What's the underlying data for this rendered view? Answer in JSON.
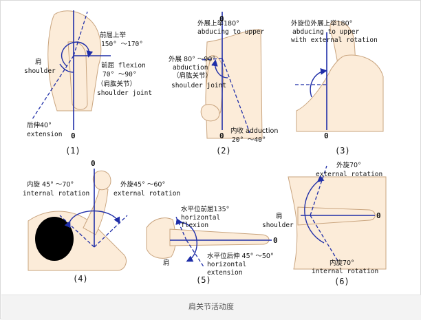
{
  "colors": {
    "axis": "#1f2ea8",
    "skin": "#fcecd9",
    "hair": "#000000",
    "caption_bg": "#f3f3f3"
  },
  "caption": "肩关节活动度",
  "p1": {
    "number": "(1)",
    "zero": "0",
    "shoulder_cn": "肩",
    "shoulder_en": "shoulder",
    "forward_cn": "前屈上举",
    "forward_range": "150° ～170°",
    "flexion_line": "前屈 flexion",
    "flexion_range": "70° ～90°",
    "joint_cn": "（肩肱关节）",
    "joint_en": "shoulder joint",
    "ext_cn": "后伸40°",
    "ext_en": "extension"
  },
  "p2": {
    "number": "(2)",
    "zero_top": "0",
    "zero_bottom": "0",
    "abd_up_cn": "外展上举180°",
    "abd_up_en": "abducing to upper",
    "abd_cn": "外展 80° ～90°",
    "abd_en": "abduction",
    "joint_cn": "（肩肱关节）",
    "joint_en": "shoulder joint",
    "add_label": "内收 adduction",
    "add_range": "20° ～40°"
  },
  "p3": {
    "number": "(3)",
    "zero": "0",
    "title_cn": "外旋位外展上举180°",
    "en1": "abducing to upper",
    "en2": "with external rotation"
  },
  "p4": {
    "number": "(4)",
    "zero": "0",
    "int_cn": "内旋 45° ～70°",
    "int_en": "internal rotation",
    "ext_cn": "外旋45° ～60°",
    "ext_en": "external rotation"
  },
  "p5": {
    "number": "(5)",
    "zero": "0",
    "flex_cn": "水平位前屈135°",
    "flex_en1": "horizontal",
    "flex_en2": "flexion",
    "shoulder_cn": "肩",
    "ext_cn": "水平位后伸 45° ～50°",
    "ext_en1": "horizontal",
    "ext_en2": "extension"
  },
  "p6": {
    "number": "(6)",
    "zero": "0",
    "ext_cn": "外旋70°",
    "ext_en": "external rotation",
    "shoulder_cn": "肩",
    "shoulder_en": "shoulder",
    "int_cn": "内旋70°",
    "int_en": "internal rotation"
  }
}
